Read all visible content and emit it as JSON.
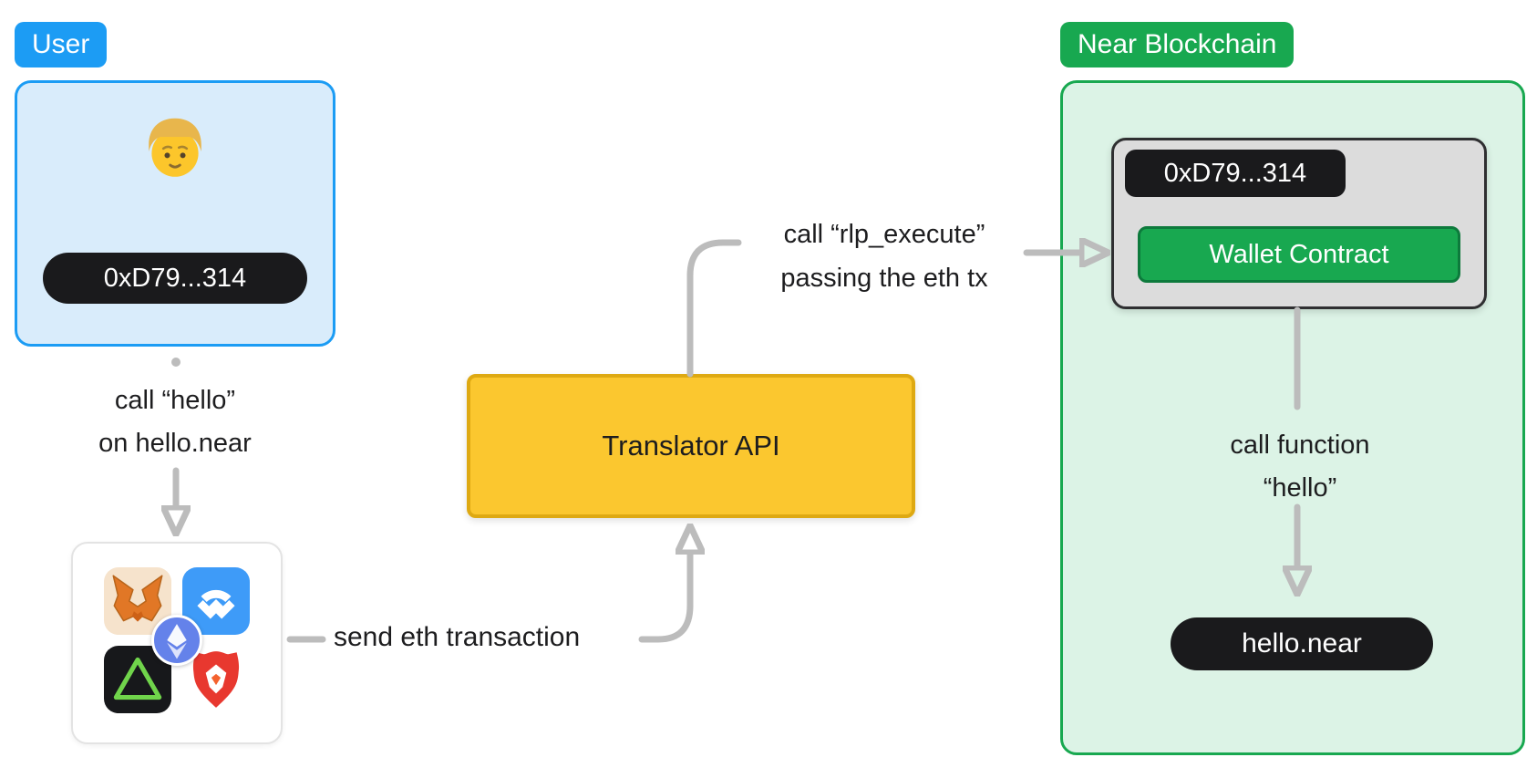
{
  "user": {
    "badge": "User",
    "address": "0xD79...314",
    "call_line1": "call “hello”",
    "call_line2": "on hello.near",
    "wallet_icons": [
      "metamask-icon",
      "walletconnect-icon",
      "ethereum-icon",
      "aurora-icon",
      "brave-icon"
    ]
  },
  "flow": {
    "send_label": "send eth transaction",
    "rlp_line1": "call “rlp_execute”",
    "rlp_line2": "passing the eth tx"
  },
  "translator": {
    "label": "Translator API"
  },
  "near": {
    "badge": "Near Blockchain",
    "address": "0xD79...314",
    "wallet_contract": "Wallet Contract",
    "call_line1": "call function",
    "call_line2": "“hello”",
    "target": "hello.near"
  },
  "colors": {
    "blue": "#1c9cf4",
    "blue_fill": "#d9ecfb",
    "green": "#18a850",
    "green_fill": "#dcf3e6",
    "yellow": "#fbc72f",
    "yellow_border": "#dea912",
    "dark_pill": "#1a1a1c",
    "arrow_gray": "#bcbcbc"
  }
}
